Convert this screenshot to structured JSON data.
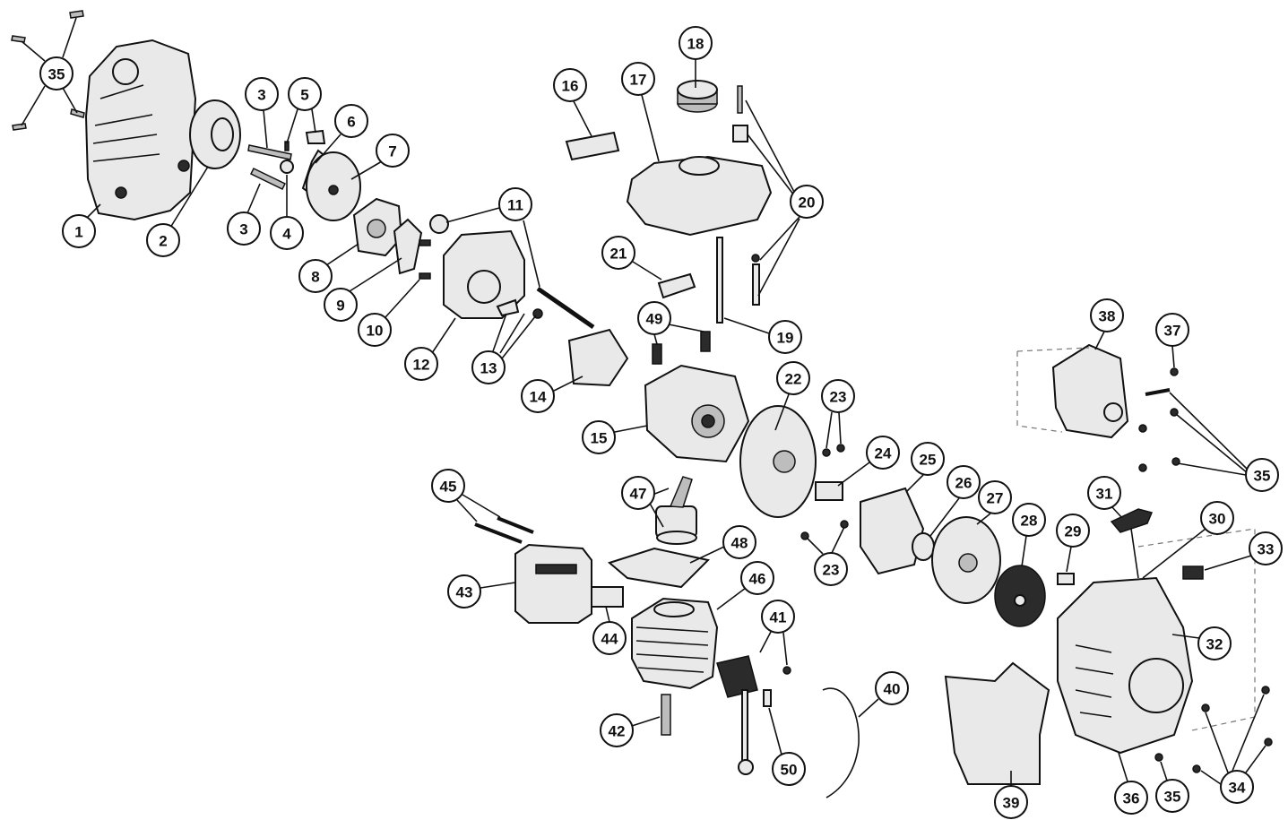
{
  "callouts": [
    {
      "label": "1"
    },
    {
      "label": "2"
    },
    {
      "label": "3"
    },
    {
      "label": "3"
    },
    {
      "label": "4"
    },
    {
      "label": "5"
    },
    {
      "label": "6"
    },
    {
      "label": "7"
    },
    {
      "label": "8"
    },
    {
      "label": "9"
    },
    {
      "label": "10"
    },
    {
      "label": "11"
    },
    {
      "label": "12"
    },
    {
      "label": "13"
    },
    {
      "label": "14"
    },
    {
      "label": "15"
    },
    {
      "label": "16"
    },
    {
      "label": "17"
    },
    {
      "label": "18"
    },
    {
      "label": "19"
    },
    {
      "label": "20"
    },
    {
      "label": "21"
    },
    {
      "label": "22"
    },
    {
      "label": "23"
    },
    {
      "label": "23"
    },
    {
      "label": "24"
    },
    {
      "label": "25"
    },
    {
      "label": "26"
    },
    {
      "label": "27"
    },
    {
      "label": "28"
    },
    {
      "label": "29"
    },
    {
      "label": "30"
    },
    {
      "label": "31"
    },
    {
      "label": "32"
    },
    {
      "label": "33"
    },
    {
      "label": "34"
    },
    {
      "label": "35"
    },
    {
      "label": "35"
    },
    {
      "label": "35"
    },
    {
      "label": "36"
    },
    {
      "label": "37"
    },
    {
      "label": "38"
    },
    {
      "label": "39"
    },
    {
      "label": "40"
    },
    {
      "label": "41"
    },
    {
      "label": "42"
    },
    {
      "label": "43"
    },
    {
      "label": "44"
    },
    {
      "label": "45"
    },
    {
      "label": "46"
    },
    {
      "label": "47"
    },
    {
      "label": "48"
    },
    {
      "label": "49"
    },
    {
      "label": "50"
    }
  ]
}
